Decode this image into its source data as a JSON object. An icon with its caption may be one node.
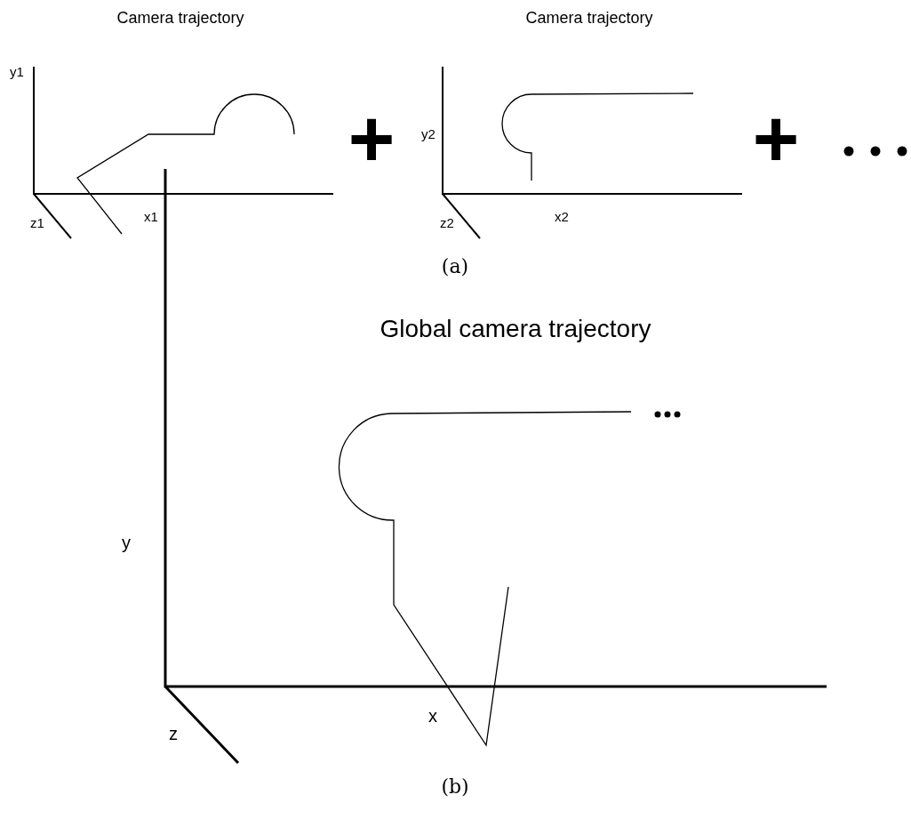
{
  "diagram": {
    "labels": [
      "Camera trajectory",
      "Camera trajectory",
      "y1",
      "+",
      "y2",
      "+",
      "z1",
      "x1",
      "z2",
      "x2",
      "(a)",
      "Global camera trajectory",
      "y",
      "z",
      "x",
      "(b)"
    ]
  }
}
